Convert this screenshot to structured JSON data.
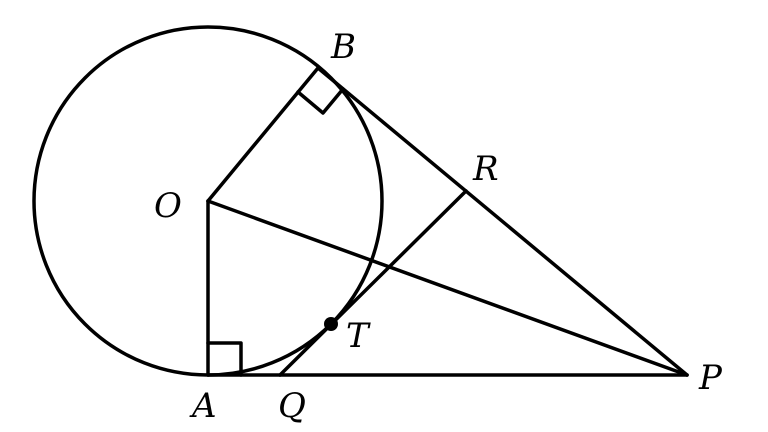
{
  "colors": {
    "ink": "#000000",
    "background": "#ffffff"
  },
  "points": {
    "B": "B",
    "R": "R",
    "O": "O",
    "T": "T",
    "A": "A",
    "Q": "Q",
    "P": "P"
  },
  "marks": {
    "right_angles": [
      "OBP",
      "OAP"
    ],
    "dot": "T"
  }
}
